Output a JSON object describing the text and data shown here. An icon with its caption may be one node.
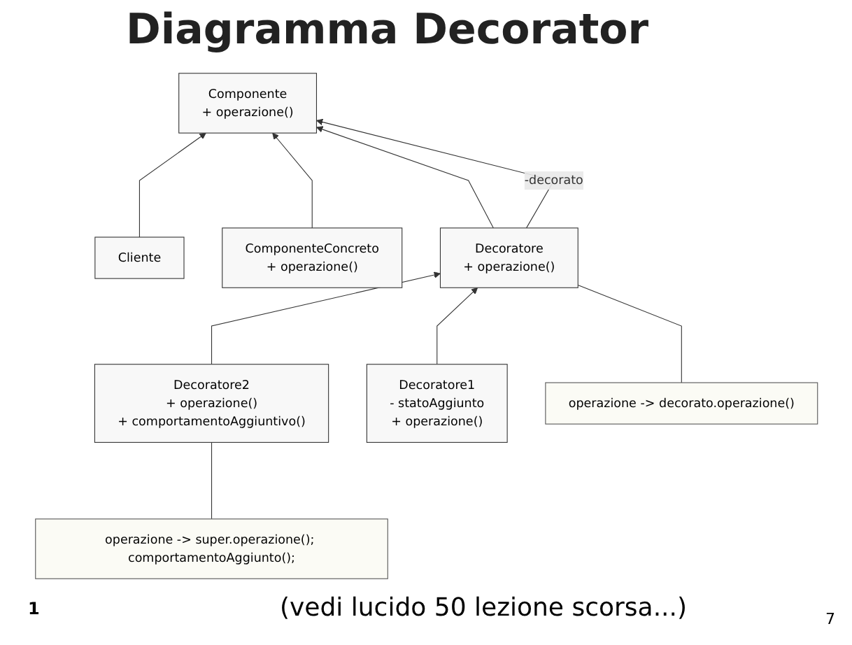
{
  "diagram": {
    "title": "Diagramma Decorator",
    "nodes": [
      {
        "text": [
          "Cliente"
        ]
      },
      {
        "text": [
          "Componente",
          "+ operazione()"
        ]
      },
      {
        "text": [
          "ComponenteConcreto",
          "+ operazione()"
        ]
      },
      {
        "text": [
          "Decoratore",
          "+ operazione()"
        ]
      },
      {
        "text": [
          "operazione -> decorato.operazione()"
        ]
      },
      {
        "text": [
          "Decoratore2",
          "+ operazione()",
          "+ comportamentoAggiuntivo()"
        ]
      },
      {
        "text": [
          "Decoratore1",
          "- statoAggiunto",
          "+ operazione()"
        ]
      },
      {
        "text": [
          "operazione -> super.operazione(); comportamentoAggiunto();"
        ]
      }
    ],
    "edges": [
      {
        "from": 0,
        "to": 1,
        "arrow": "to"
      },
      {
        "from": 2,
        "to": 1,
        "arrow": "to"
      },
      {
        "from": 3,
        "to": 1,
        "arrow": "to"
      },
      {
        "from": 3,
        "to": 1,
        "arrow": "to",
        "label": "-decorato"
      },
      {
        "from": 5,
        "to": 3,
        "arrow": "to"
      },
      {
        "from": 6,
        "to": 3,
        "arrow": "to"
      },
      {
        "from": 4,
        "to": 3,
        "arrow": "none"
      },
      {
        "from": 7,
        "to": 5,
        "arrow": "none"
      }
    ],
    "labels": [
      "1",
      "(vedi lucido 50 lezione scorsa...)",
      "7"
    ]
  }
}
